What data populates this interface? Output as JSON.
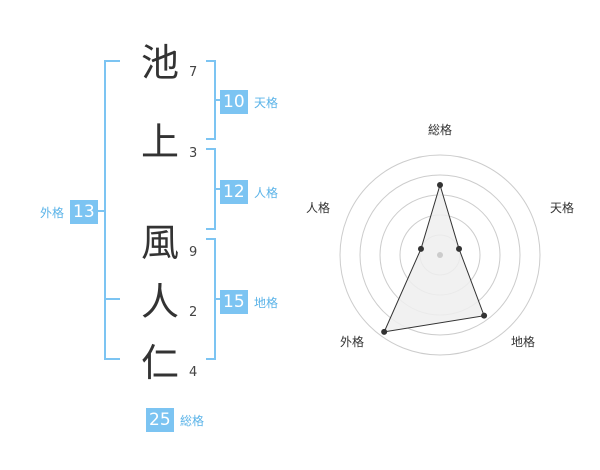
{
  "name": {
    "chars": [
      {
        "char": "池",
        "strokes": "7"
      },
      {
        "char": "上",
        "strokes": "3"
      },
      {
        "char": "風",
        "strokes": "9"
      },
      {
        "char": "人",
        "strokes": "2"
      },
      {
        "char": "仁",
        "strokes": "4"
      }
    ]
  },
  "fortune": {
    "tenkaku": {
      "value": "10",
      "label": "天格"
    },
    "jinkaku": {
      "value": "12",
      "label": "人格"
    },
    "chikaku": {
      "value": "15",
      "label": "地格"
    },
    "gaikaku": {
      "value": "13",
      "label": "外格"
    },
    "soukaku": {
      "value": "25",
      "label": "総格"
    }
  },
  "colors": {
    "accent": "#7cc4f2",
    "accent_text": "#5ab3e8"
  },
  "chart_data": {
    "type": "radar",
    "axes": [
      "総格",
      "天格",
      "地格",
      "外格",
      "人格"
    ],
    "series": [
      {
        "values": [
          0.7,
          0.2,
          0.75,
          0.95,
          0.2
        ]
      }
    ],
    "rings": 5
  }
}
